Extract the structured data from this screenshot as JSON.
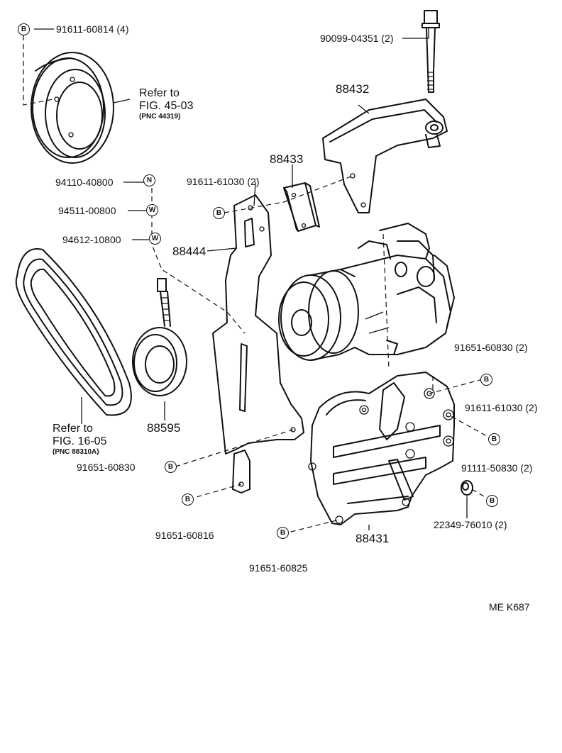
{
  "callouts": {
    "bolt_pulley": {
      "part": "91611-60814 (4)",
      "badge": "B"
    },
    "bolt_top": {
      "part": "90099-04351 (2)"
    },
    "bracket_upper": {
      "part": "88432"
    },
    "spacer": {
      "part": "88433"
    },
    "bolt_spacer": {
      "part": "91611-61030 (2)",
      "badge": "B"
    },
    "nut": {
      "part": "94110-40800",
      "badge": "N"
    },
    "washer_1": {
      "part": "94511-00800",
      "badge": "W"
    },
    "washer_2": {
      "part": "94612-10800",
      "badge": "W"
    },
    "bracket_adjust": {
      "part": "88444"
    },
    "idler_pulley": {
      "part": "88595"
    },
    "bolt_right_1": {
      "part": "91651-60830 (2)",
      "badge": "B"
    },
    "bolt_right_2": {
      "part": "91611-61030 (2)",
      "badge": "B"
    },
    "bolt_right_3": {
      "part": "91111-50830 (2)",
      "badge": "B"
    },
    "collar": {
      "part": "22349-76010 (2)"
    },
    "bolt_left_1": {
      "part": "91651-60830",
      "badge": "B"
    },
    "bolt_left_2": {
      "part": "91651-60816",
      "badge": "B"
    },
    "bolt_bottom": {
      "part": "91651-60825",
      "badge": "B"
    },
    "bracket_main": {
      "part": "88431"
    }
  },
  "refs": {
    "pulley": {
      "line1": "Refer to",
      "line2": "FIG. 45-03",
      "pnc": "(PNC 44319)"
    },
    "belt": {
      "line1": "Refer to",
      "line2": "FIG. 16-05",
      "pnc": "(PNC 88310A)"
    }
  },
  "footer": {
    "code": "ME  K687"
  }
}
